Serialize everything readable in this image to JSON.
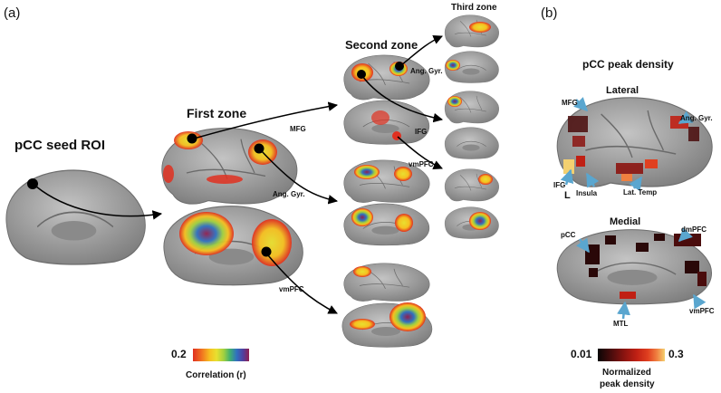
{
  "panel_a": {
    "label": "(a)",
    "seed_title": "pCC seed ROI",
    "first_zone_title": "First zone",
    "second_zone_title": "Second zone",
    "third_zone_title": "Third zone",
    "arrow_labels": {
      "mfg_1": "MFG",
      "anggyr_1": "Ang. Gyr.",
      "vmpfc_1": "vmPFC",
      "anggyr_2": "Ang. Gyr.",
      "ifg_2": "IFG",
      "vmpfc_2": "vmPFC"
    },
    "colorbar": {
      "min": "0.2",
      "label": "Correlation (r)"
    }
  },
  "panel_b": {
    "label": "(b)",
    "title": "pCC peak density",
    "lateral_label": "Lateral",
    "medial_label": "Medial",
    "hemisphere_label": "L",
    "region_labels": {
      "mfg": "MFG",
      "anggyr": "Ang. Gyr.",
      "ifg": "IFG",
      "insula": "Insula",
      "lattemp": "Lat. Temp",
      "pcc": "pCC",
      "dmpfc": "dmPFC",
      "vmpfc": "vmPFC",
      "mtl": "MTL"
    },
    "colorbar": {
      "min": "0.01",
      "max": "0.3",
      "label_line1": "Normalized",
      "label_line2": "peak density"
    }
  },
  "colors": {
    "brain": "#9b9b9b",
    "seed": "#000000",
    "arrow_b": "#5aa6cf",
    "correlation_scale": [
      "#e03020",
      "#f07020",
      "#f6c020",
      "#e8e030",
      "#a0d040",
      "#40b070",
      "#3070c0",
      "#5040a0",
      "#902050"
    ],
    "density_scale": [
      "#0a0505",
      "#4a0c0c",
      "#8c1410",
      "#c02014",
      "#e04020",
      "#f08040",
      "#f4d070"
    ]
  }
}
